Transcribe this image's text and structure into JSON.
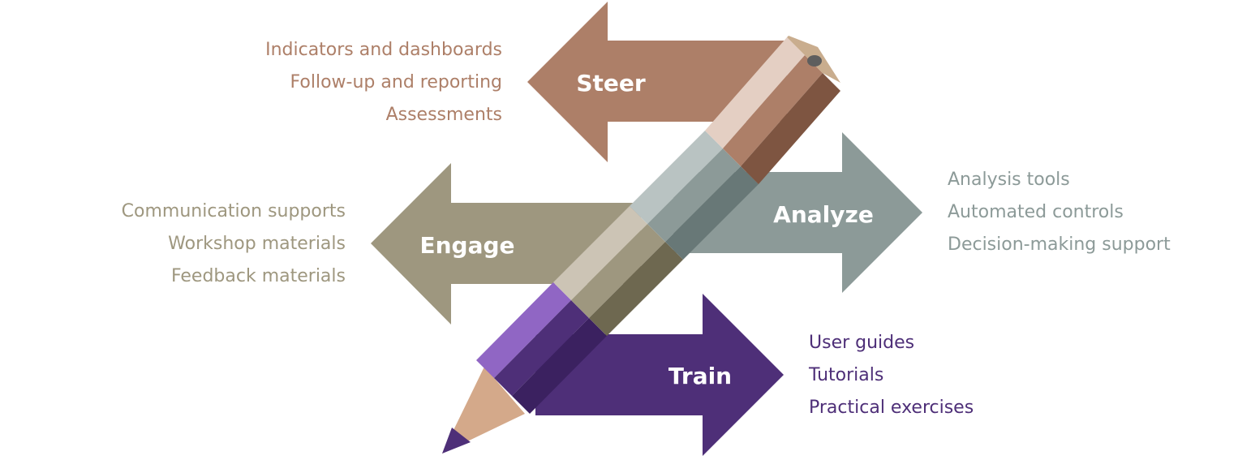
{
  "colors": {
    "steer": "#ad7f68",
    "analyze": "#8c9a98",
    "engage": "#9e977f",
    "train": "#4e2f78",
    "steer_text": "#ad7f68",
    "analyze_text": "#8c9a98",
    "engage_text": "#9e977f",
    "train_text": "#4e2f78"
  },
  "arrows": {
    "steer": "Steer",
    "analyze": "Analyze",
    "engage": "Engage",
    "train": "Train"
  },
  "lists": {
    "steer": [
      "Indicators and dashboards",
      "Follow-up and reporting",
      "Assessments"
    ],
    "analyze": [
      "Analysis tools",
      "Automated controls",
      "Decision-making support"
    ],
    "engage": [
      "Communication supports",
      "Workshop materials",
      "Feedback materials"
    ],
    "train": [
      "User guides",
      "Tutorials",
      "Practical exercises"
    ]
  },
  "icons": {
    "center": "pencil-icon"
  }
}
